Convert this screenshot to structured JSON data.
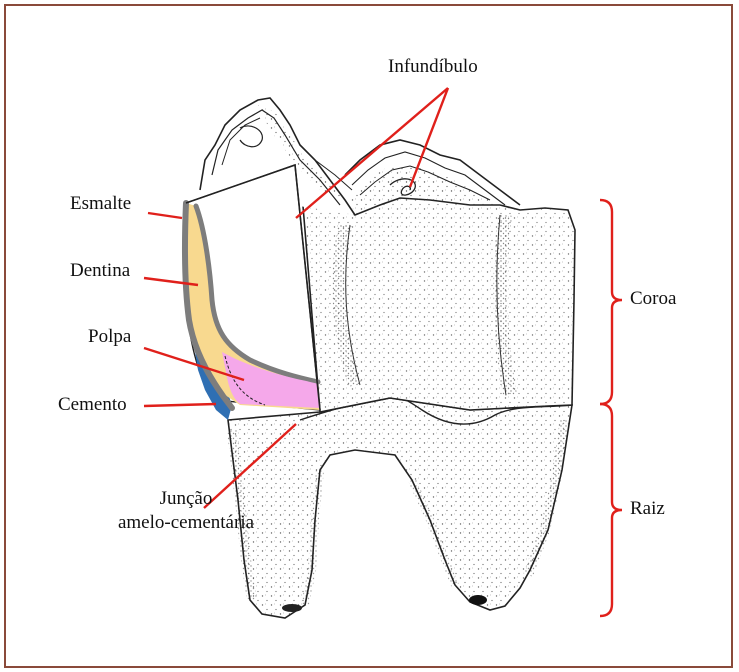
{
  "labels": {
    "infundibulo": "Infundíbulo",
    "esmalte": "Esmalte",
    "dentina": "Dentina",
    "polpa": "Polpa",
    "cemento": "Cemento",
    "juncao_line1": "Junção",
    "juncao_line2": "amelo-cementária",
    "coroa": "Coroa",
    "raiz": "Raiz"
  },
  "colors": {
    "frame": "#8a4a3a",
    "leader": "#e0201b",
    "bracket": "#e0201b",
    "enamel": "#7d7d7d",
    "dentin": "#f8d98f",
    "pulp": "#f5a8ea",
    "cementum": "#2f6fb3"
  }
}
